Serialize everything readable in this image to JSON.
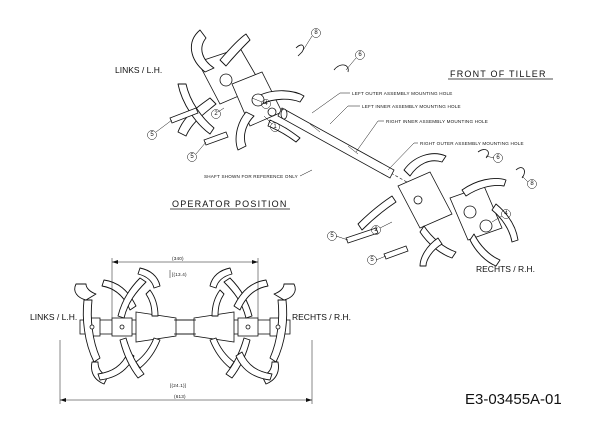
{
  "labels": {
    "links_top": "LINKS / L.H.",
    "front_of_tiller": "FRONT OF TILLER",
    "left_outer_hole": "LEFT OUTER ASSEMBLY MOUNTING HOLE",
    "left_inner_hole": "LEFT INNER ASSEMBLY MOUNTING HOLE",
    "right_inner_hole": "RIGHT INNER ASSEMBLY MOUNTING HOLE",
    "right_outer_hole": "RIGHT OUTER ASSEMBLY MOUNTING HOLE",
    "shaft_note": "SHAFT SHOWN FOR REFERENCE ONLY",
    "operator_position": "OPERATOR POSITION",
    "rechts_right": "RECHTS / R.H.",
    "links_bottom": "LINKS / L.H.",
    "rechts_bottom": "RECHTS / R.H.",
    "dim_340": "(340)",
    "dim_13_4": "[(13.4)",
    "dim_24_1": "[(24.1)]",
    "dim_613": "(613)",
    "part_code": "E3-03455A-01"
  },
  "callouts": {
    "left": {
      "c1": "1",
      "c2": "2",
      "c4": "4",
      "c5a": "5",
      "c5b": "5",
      "c6": "6",
      "c8": "8"
    },
    "right": {
      "c2": "2",
      "c4": "4",
      "c5a": "5",
      "c5b": "5",
      "c6": "6",
      "c8": "8"
    }
  }
}
